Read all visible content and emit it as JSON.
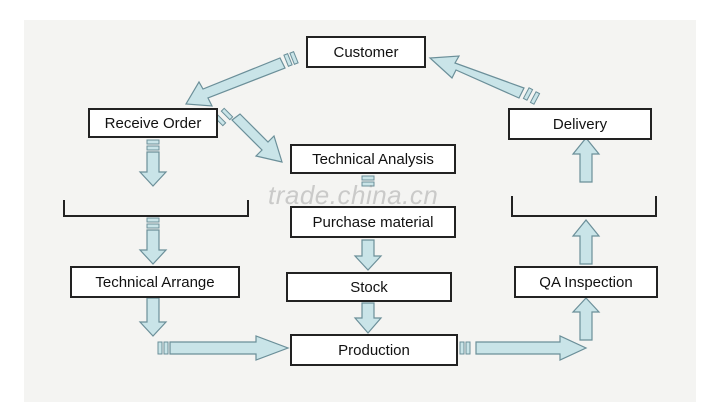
{
  "nodes": {
    "customer": "Customer",
    "receive_order": "Receive Order",
    "technical_analysis": "Technical Analysis",
    "delivery": "Delivery",
    "purchase_material": "Purchase material",
    "technical_arrange": "Technical Arrange",
    "stock": "Stock",
    "qa_inspection": "QA Inspection",
    "production": "Production"
  },
  "watermark": "trade.china.cn",
  "colors": {
    "arrow_fill": "#c9e4e8",
    "arrow_stroke": "#6b8f99",
    "box_border": "#222222"
  }
}
